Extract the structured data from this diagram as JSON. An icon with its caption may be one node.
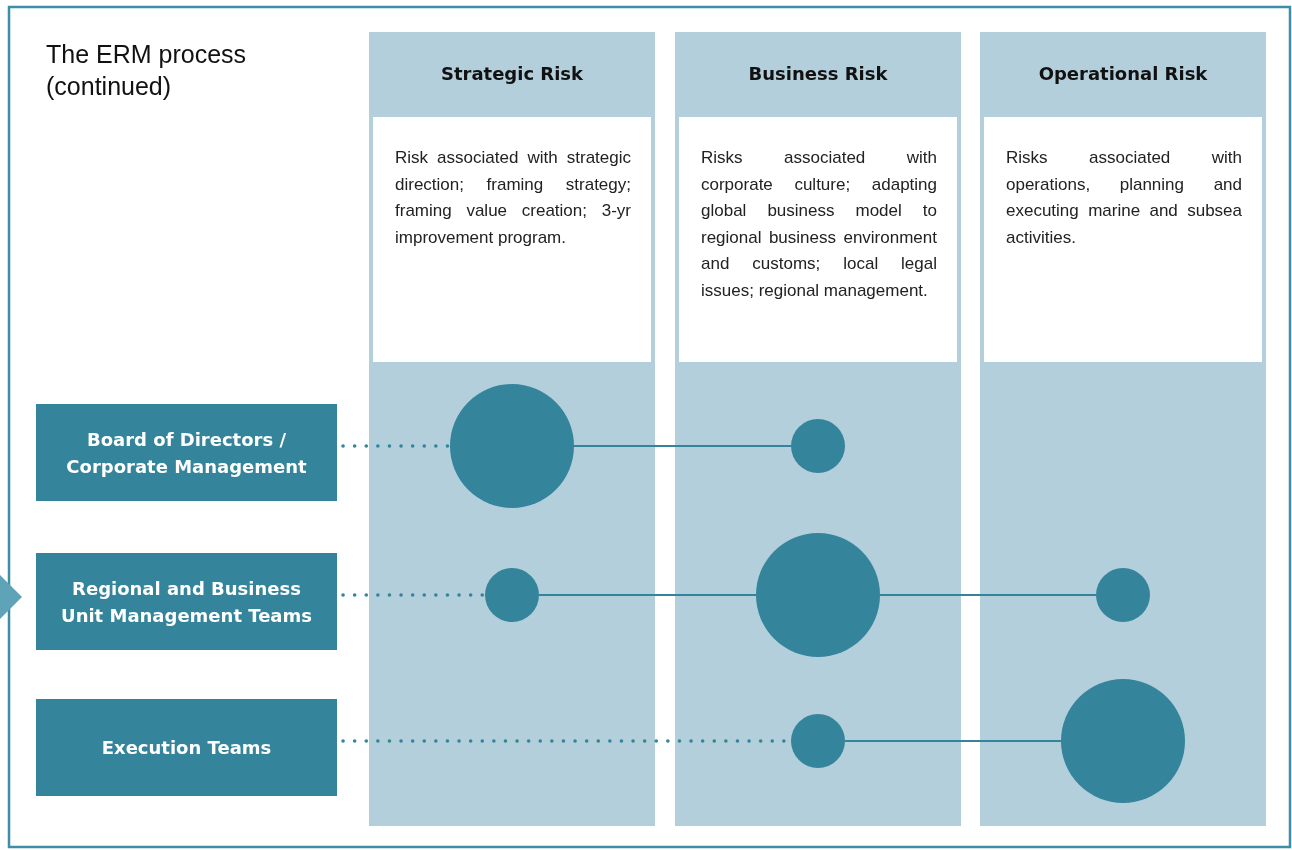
{
  "diagram": {
    "title": "The ERM process (continued)",
    "nodes": [
      {
        "text": [
          "Strategic Risk",
          "Risk associated with strategic direction; framing strategy; framing value creation; 3-yr improvement program."
        ]
      },
      {
        "text": [
          "Business Risk",
          "Risks associated with corporate culture; adapting global business model to regional business environment and customs; local legal issues; regional management."
        ]
      },
      {
        "text": [
          "Operational Risk",
          "Risks associated with operations, planning and executing marine and subsea activities."
        ]
      },
      {
        "text": [
          "Board of Directors / Corporate Management"
        ]
      },
      {
        "text": [
          "Regional and Business Unit Management Teams"
        ]
      },
      {
        "text": [
          "Execution Teams"
        ]
      },
      {
        "text": [],
        "shape": "circle",
        "in": 0
      },
      {
        "text": [],
        "shape": "circle",
        "in": 1
      },
      {
        "text": [],
        "shape": "circle",
        "in": 0
      },
      {
        "text": [],
        "shape": "circle",
        "in": 1
      },
      {
        "text": [],
        "shape": "circle",
        "in": 2
      },
      {
        "text": [],
        "shape": "circle",
        "in": 1
      },
      {
        "text": [],
        "shape": "circle",
        "in": 2
      }
    ],
    "edges": [
      {
        "from": 3,
        "to": 6,
        "arrow": "none",
        "style": "dashed"
      },
      {
        "from": 6,
        "to": 7,
        "arrow": "none"
      },
      {
        "from": 4,
        "to": 8,
        "arrow": "none",
        "style": "dashed"
      },
      {
        "from": 8,
        "to": 9,
        "arrow": "none"
      },
      {
        "from": 9,
        "to": 10,
        "arrow": "none"
      },
      {
        "from": 5,
        "to": 11,
        "arrow": "none",
        "style": "dashed"
      },
      {
        "from": 11,
        "to": 12,
        "arrow": "none"
      }
    ]
  }
}
